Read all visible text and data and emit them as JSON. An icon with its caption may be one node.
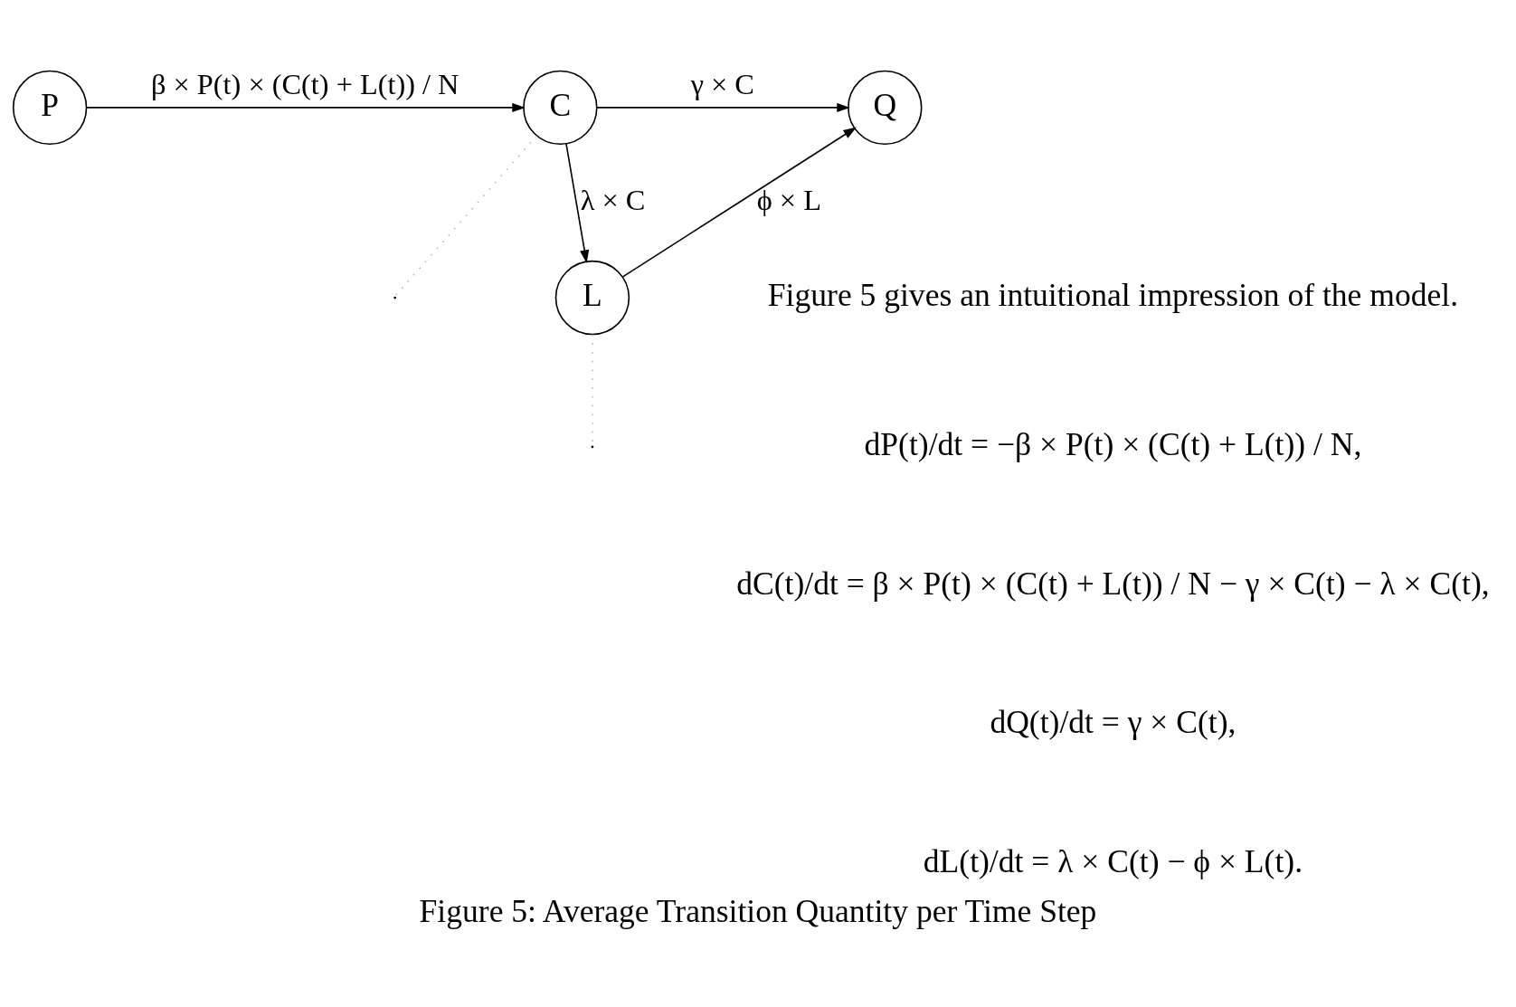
{
  "diagram": {
    "caption": "Figure 5: Average Transition Quantity per Time Step",
    "nodes": [
      {
        "text": [
          "P"
        ]
      },
      {
        "text": [
          "C"
        ]
      },
      {
        "text": [
          "L"
        ]
      },
      {
        "text": [
          "Q"
        ]
      }
    ],
    "edges": [
      {
        "from": 0,
        "to": 1,
        "arrow": "to",
        "label": "β × P(t) × (C(t) + L(t)) / N"
      },
      {
        "from": 1,
        "to": 2,
        "arrow": "to",
        "label": "λ × C"
      },
      {
        "from": 2,
        "to": 3,
        "arrow": "to",
        "label": "ϕ × L"
      },
      {
        "from": 1,
        "to": 3,
        "arrow": "to",
        "label": "γ × C"
      },
      {
        "from": 2,
        "to": null,
        "arrow": "none",
        "style": "dashed",
        "color": "#bbbbbb"
      },
      {
        "from": 1,
        "to": null,
        "arrow": "none",
        "style": "dashed",
        "color": "#bbbbbb"
      }
    ],
    "labels": [
      "Figure 5 gives an intuitional impression of the model.",
      "dP(t)/dt = −β × P(t) × (C(t) + L(t)) / N,",
      "dC(t)/dt = β × P(t) × (C(t) + L(t)) / N − γ × C(t) − λ × C(t),",
      "dQ(t)/dt = γ × C(t),",
      "dL(t)/dt = λ × C(t) − ϕ × L(t)."
    ]
  }
}
